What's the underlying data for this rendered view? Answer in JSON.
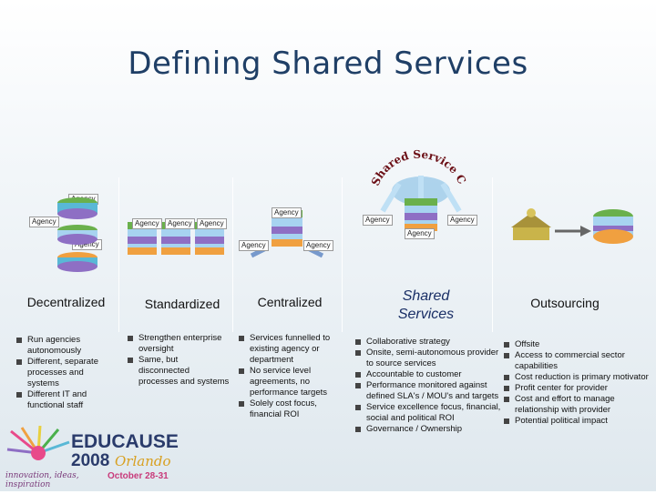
{
  "title": "Defining Shared Services",
  "agency_label": "Agency",
  "shared_center_label": "Shared Service Center",
  "columns": [
    {
      "heading": "Decentralized",
      "bullets": [
        "Run agencies autonomously",
        "Different, separate processes and systems",
        "Different IT and functional staff"
      ]
    },
    {
      "heading": "Standardized",
      "bullets": [
        "Strengthen enterprise oversight",
        "Same, but disconnected processes and systems"
      ]
    },
    {
      "heading": "Centralized",
      "bullets": [
        "Services funnelled to existing agency or department",
        "No service level agreements, no performance targets",
        "Solely cost focus, financial ROI"
      ]
    },
    {
      "heading": "Shared Services",
      "bullets": [
        "Collaborative strategy",
        "Onsite, semi-autonomous provider to source services",
        "Accountable to customer",
        "Performance monitored against defined SLA's / MOU's and targets",
        "Service excellence focus, financial, social and political ROI",
        "Governance / Ownership"
      ]
    },
    {
      "heading": "Outsourcing",
      "bullets": [
        "Offsite",
        "Access to commercial sector capabilities",
        "Cost reduction is primary motivator",
        "Profit center for provider",
        "Cost and effort to manage relationship with provider",
        "Potential political impact"
      ]
    }
  ],
  "logo": {
    "name": "EDUCAUSE",
    "year": "2008",
    "city": "Orlando",
    "dates": "October 28-31",
    "tagline": "innovation, ideas, inspiration"
  },
  "colors": {
    "title": "#1f3f66",
    "shared_heading": "#1a2f66",
    "stripe": [
      "#6ab04c",
      "#a7d3f0",
      "#8e6fc4",
      "#f0a040",
      "#59b8d6"
    ]
  }
}
